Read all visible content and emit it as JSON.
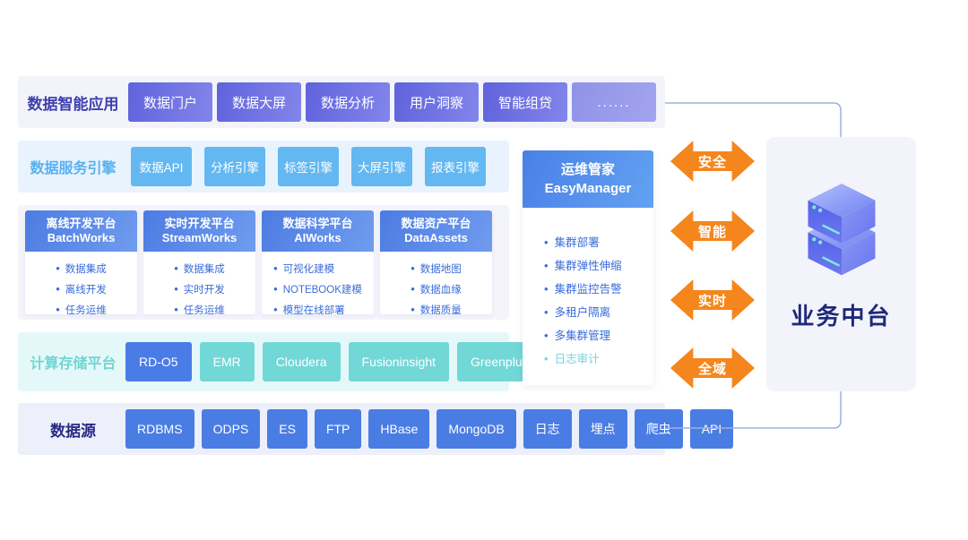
{
  "rows": {
    "apps": {
      "label": "数据智能应用",
      "items": [
        "数据门户",
        "数据大屏",
        "数据分析",
        "用户洞察",
        "智能组贷",
        "......"
      ]
    },
    "engines": {
      "label": "数据服务引擎",
      "items": [
        "数据API",
        "分析引擎",
        "标签引擎",
        "大屏引擎",
        "报表引擎"
      ]
    },
    "platforms": {
      "cards": [
        {
          "title": "离线开发平台",
          "subtitle": "BatchWorks",
          "bullets": [
            "数据集成",
            "离线开发",
            "任务运维"
          ]
        },
        {
          "title": "实时开发平台",
          "subtitle": "StreamWorks",
          "bullets": [
            "数据集成",
            "实时开发",
            "任务运维"
          ]
        },
        {
          "title": "数据科学平台",
          "subtitle": "AIWorks",
          "bullets": [
            "可视化建模",
            "NOTEBOOK建模",
            "模型在线部署"
          ]
        },
        {
          "title": "数据资产平台",
          "subtitle": "DataAssets",
          "bullets": [
            "数据地图",
            "数据血缘",
            "数据质量"
          ]
        }
      ]
    },
    "compute": {
      "label": "计算存储平台",
      "items": [
        "RD-O5",
        "EMR",
        "Cloudera",
        "Fusioninsight",
        "Greenplum"
      ]
    },
    "sources": {
      "label": "数据源",
      "items": [
        "RDBMS",
        "ODPS",
        "ES",
        "FTP",
        "HBase",
        "MongoDB",
        "日志",
        "埋点",
        "爬虫",
        "API"
      ]
    }
  },
  "manager": {
    "title": "运维管家",
    "subtitle": "EasyManager",
    "bullets": [
      "集群部署",
      "集群弹性伸缩",
      "集群监控告警",
      "多租户隔离",
      "多集群管理",
      "日志审计"
    ]
  },
  "arrows": [
    "安全",
    "智能",
    "实时",
    "全域"
  ],
  "right_panel": {
    "title": "业务中台"
  },
  "palette": {
    "indigo_label": "#3c3fae",
    "navy_label": "#272b84",
    "app_chip": "#6f72e3",
    "engine_blue": "#63b8f2",
    "card_header_blue": "#4d7ce2",
    "bullet_blue": "#3a6cd9",
    "teal_chip": "#72d7d7",
    "source_blue": "#4a7de4",
    "arrow_orange": "#f5861d",
    "audit_teal": "#79d2dc",
    "connector_line": "#9fb0dd",
    "biz_bg": "#f3f4fb",
    "biz_title": "#1e2a78"
  }
}
